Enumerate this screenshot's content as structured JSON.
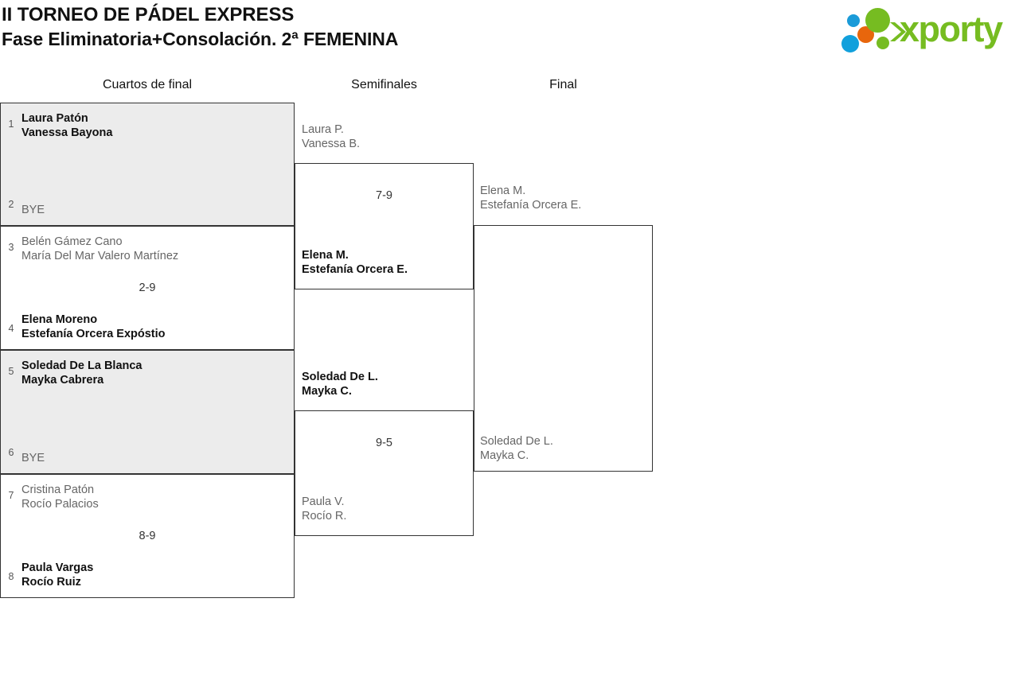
{
  "header": {
    "title_line1": "II TORNEO DE PÁDEL EXPRESS",
    "title_line2": "Fase Eliminatoria+Consolación. 2ª FEMENINA"
  },
  "logo": {
    "wordmark": "xporty",
    "colors": {
      "green": "#76bc21",
      "blue": "#11a0dc",
      "orange": "#e8660c"
    }
  },
  "rounds": [
    {
      "label": "Cuartos de final"
    },
    {
      "label": "Semifinales"
    },
    {
      "label": "Final"
    }
  ],
  "bracket": {
    "quarterfinals": [
      {
        "shaded": true,
        "score": "",
        "top": {
          "seed": "1",
          "player1": "Laura Patón",
          "player2": "Vanessa Bayona",
          "winner": true
        },
        "bottom": {
          "seed": "2",
          "player1": "BYE",
          "player2": "",
          "winner": false
        }
      },
      {
        "shaded": false,
        "score": "2-9",
        "top": {
          "seed": "3",
          "player1": "Belén Gámez Cano",
          "player2": "María Del Mar Valero Martínez",
          "winner": false
        },
        "bottom": {
          "seed": "4",
          "player1": "Elena Moreno",
          "player2": "Estefanía Orcera Expóstio",
          "winner": true
        }
      },
      {
        "shaded": true,
        "score": "",
        "top": {
          "seed": "5",
          "player1": "Soledad De La Blanca",
          "player2": "Mayka Cabrera",
          "winner": true
        },
        "bottom": {
          "seed": "6",
          "player1": "BYE",
          "player2": "",
          "winner": false
        }
      },
      {
        "shaded": false,
        "score": "8-9",
        "top": {
          "seed": "7",
          "player1": "Cristina Patón",
          "player2": "Rocío Palacios",
          "winner": false
        },
        "bottom": {
          "seed": "8",
          "player1": "Paula Vargas",
          "player2": "Rocío Ruiz",
          "winner": true
        }
      }
    ],
    "semifinals": [
      {
        "score": "7-9",
        "top": {
          "player1": "Laura P.",
          "player2": "Vanessa B.",
          "winner": false
        },
        "bottom": {
          "player1": "Elena M.",
          "player2": "Estefanía Orcera E.",
          "winner": true
        }
      },
      {
        "score": "9-5",
        "top": {
          "player1": "Soledad De L.",
          "player2": "Mayka C.",
          "winner": true
        },
        "bottom": {
          "player1": "Paula V.",
          "player2": "Rocío R.",
          "winner": false
        }
      }
    ],
    "final": [
      {
        "score": "",
        "top": {
          "player1": "Elena M.",
          "player2": "Estefanía Orcera E.",
          "winner": false
        },
        "bottom": {
          "player1": "Soledad De L.",
          "player2": "Mayka C.",
          "winner": false
        }
      }
    ]
  }
}
